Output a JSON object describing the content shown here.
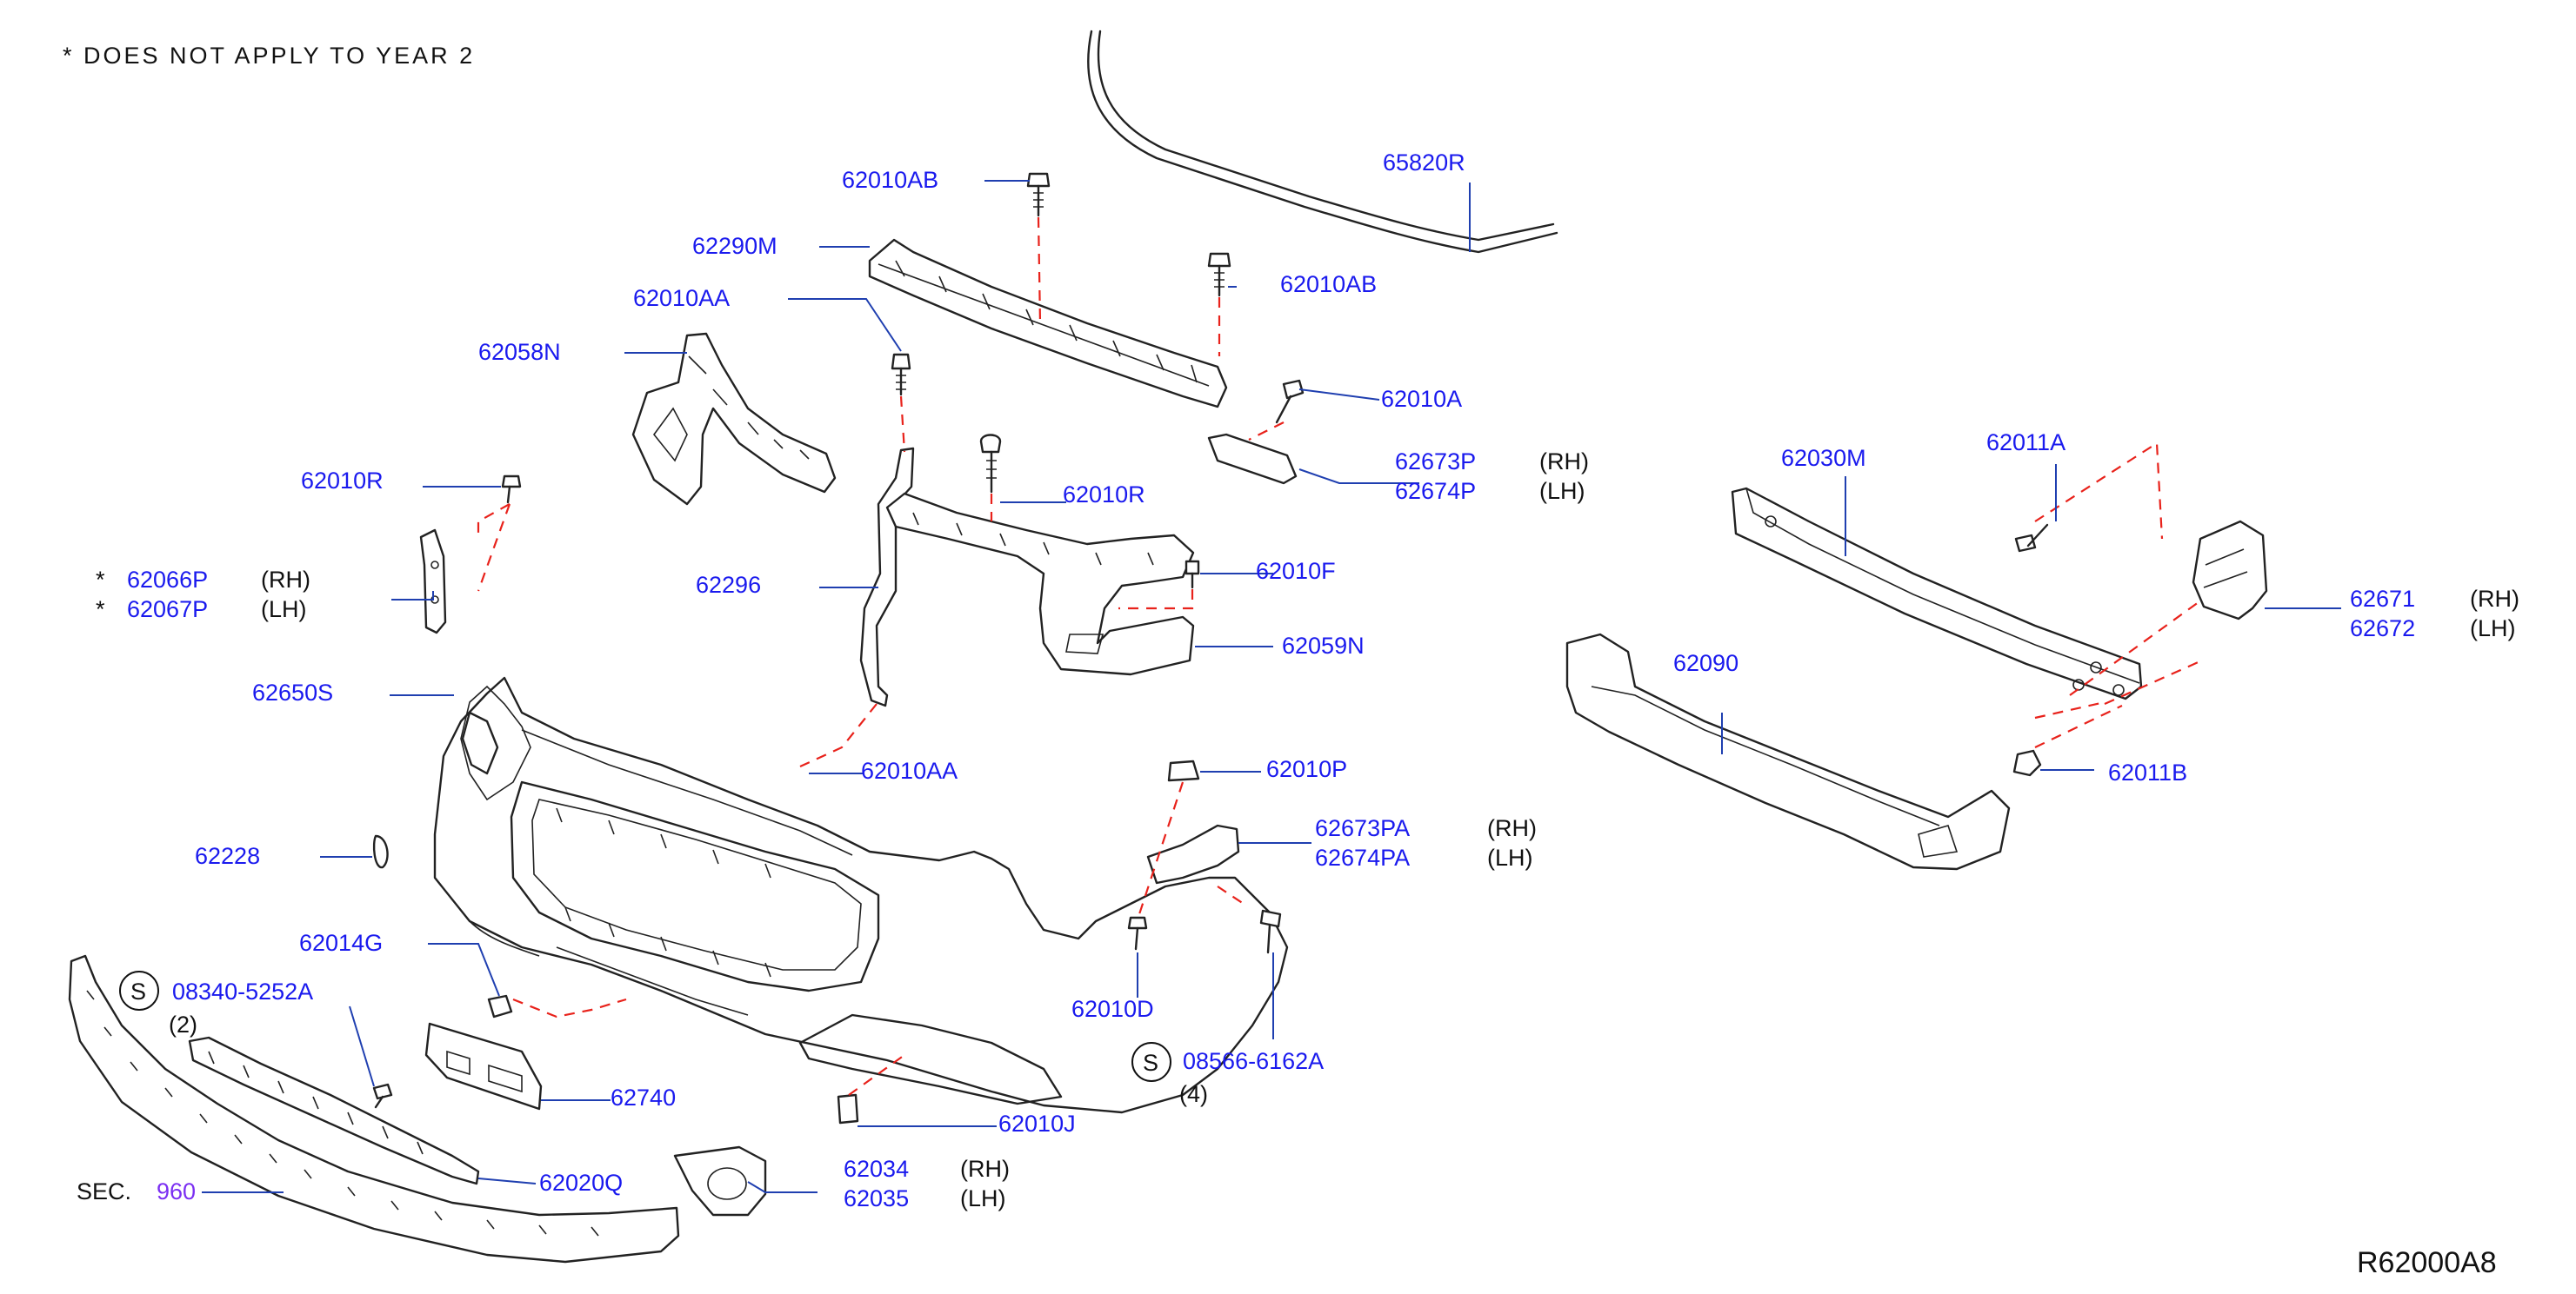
{
  "note": "*  DOES  NOT  APPLY  TO  YEAR  2",
  "diagram_code": "R62000A8",
  "side_labels": {
    "rh": "(RH)",
    "lh": "(LH)"
  },
  "parts": {
    "p65820R": "65820R",
    "p62010AB_a": "62010AB",
    "p62010AB_b": "62010AB",
    "p62290M": "62290M",
    "p62010AA_a": "62010AA",
    "p62058N": "62058N",
    "p62010A": "62010A",
    "p62673P": "62673P",
    "p62674P": "62674P",
    "p62010R_a": "62010R",
    "p62010R_b": "62010R",
    "p62066P": "62066P",
    "p62067P": "62067P",
    "p62296": "62296",
    "p62010F": "62010F",
    "p62059N": "62059N",
    "p62650S": "62650S",
    "p62010AA_b": "62010AA",
    "p62010P": "62010P",
    "p62673PA": "62673PA",
    "p62674PA": "62674PA",
    "p62228": "62228",
    "p62014G": "62014G",
    "p08340": "08340-5252A",
    "qty2": "(2)",
    "p62010D": "62010D",
    "p08566": "08566-6162A",
    "qty4": "(4)",
    "p62740": "62740",
    "p62010J": "62010J",
    "p62020Q": "62020Q",
    "p62034": "62034",
    "p62035": "62035",
    "sec_prefix": "SEC.",
    "sec_num": "960",
    "p62030M": "62030M",
    "p62011A": "62011A",
    "p62671": "62671",
    "p62672": "62672",
    "p62090": "62090",
    "p62011B": "62011B"
  },
  "marks": {
    "star": "*",
    "s": "S"
  },
  "colors": {
    "label": "#1a1aee",
    "leader": "#1f3fb0",
    "assembly_dash": "#e8221b",
    "section_ref": "#7b2ff2"
  }
}
